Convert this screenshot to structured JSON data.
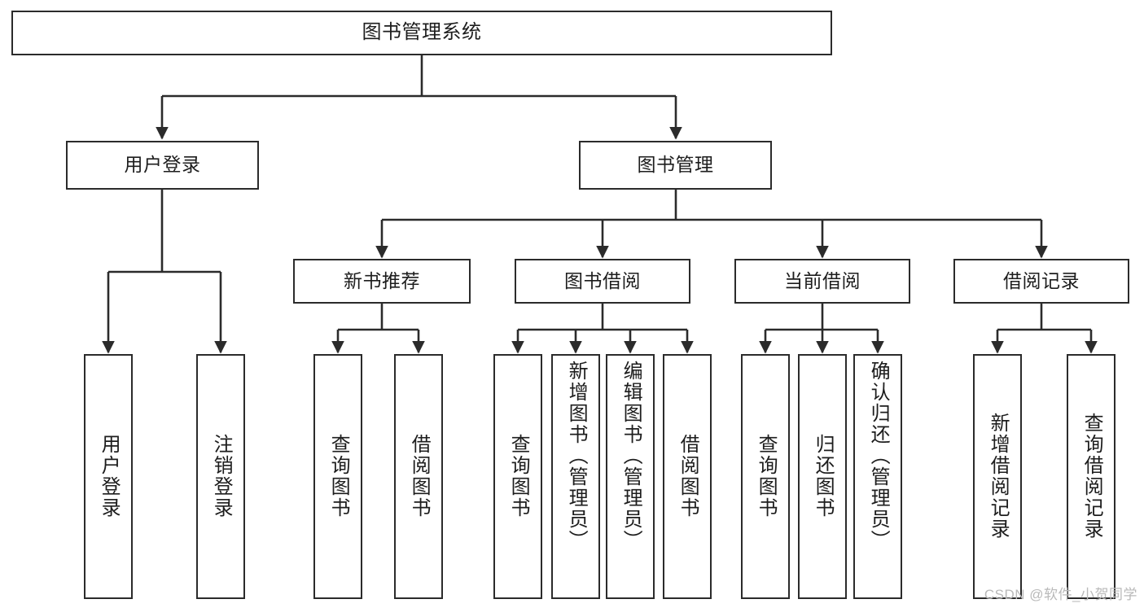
{
  "diagram": {
    "title": "图书管理系统",
    "type": "tree-hierarchy",
    "stroke_color": "#2b2b2b",
    "fill_color": "#ffffff",
    "text_color": "#1d1d1d",
    "watermark": "CSDN @软件_小贺同学"
  },
  "nodes": {
    "root": {
      "label": "图书管理系统"
    },
    "level1": [
      {
        "label": "用户登录"
      },
      {
        "label": "图书管理"
      }
    ],
    "level2": [
      {
        "label": "新书推荐"
      },
      {
        "label": "图书借阅"
      },
      {
        "label": "当前借阅"
      },
      {
        "label": "借阅记录"
      }
    ],
    "leaves": {
      "user_login": [
        {
          "label": "用户登录"
        },
        {
          "label": "注销登录"
        }
      ],
      "new_book_recommend": [
        {
          "label": "查询图书"
        },
        {
          "label": "借阅图书"
        }
      ],
      "book_borrow": [
        {
          "label": "查询图书"
        },
        {
          "label": "新增图书（管理员）"
        },
        {
          "label": "编辑图书（管理员）"
        },
        {
          "label": "借阅图书"
        }
      ],
      "current_borrow": [
        {
          "label": "查询图书"
        },
        {
          "label": "归还图书"
        },
        {
          "label": "确认归还（管理员）"
        }
      ],
      "borrow_record": [
        {
          "label": "新增借阅记录"
        },
        {
          "label": "查询借阅记录"
        }
      ]
    }
  }
}
